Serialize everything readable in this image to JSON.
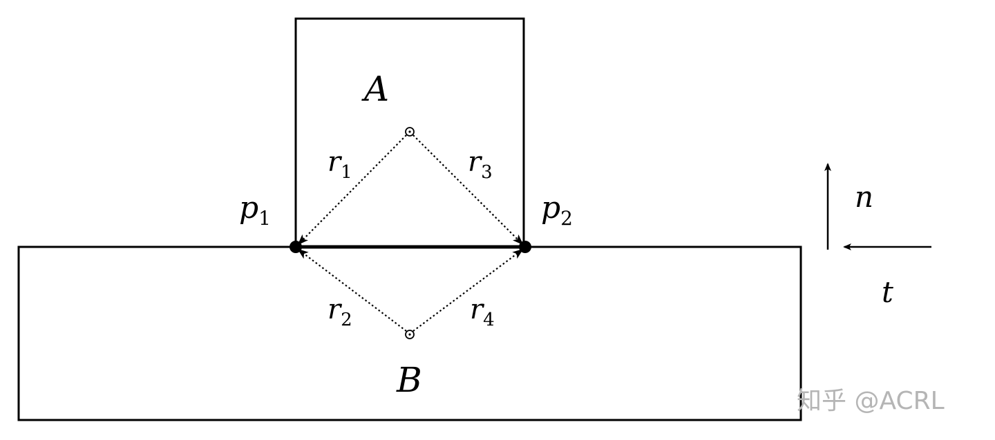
{
  "diagram": {
    "labels": {
      "block_a": "A",
      "block_b": "B",
      "point_1": {
        "base": "p",
        "sub": "1"
      },
      "point_2": {
        "base": "p",
        "sub": "2"
      },
      "r1": {
        "base": "r",
        "sub": "1"
      },
      "r2": {
        "base": "r",
        "sub": "2"
      },
      "r3": {
        "base": "r",
        "sub": "3"
      },
      "r4": {
        "base": "r",
        "sub": "4"
      },
      "normal": "n",
      "tangent": "t"
    },
    "watermark": "知乎 @ACRL"
  }
}
